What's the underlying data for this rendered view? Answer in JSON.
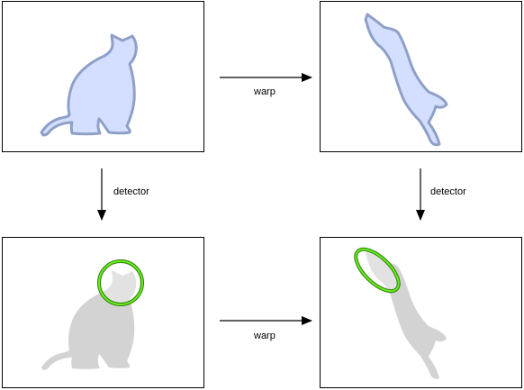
{
  "labels": {
    "warp_top": "warp",
    "warp_bottom": "warp",
    "detector_left": "detector",
    "detector_right": "detector"
  },
  "colors": {
    "silhouette_fill": "#d4dfff",
    "silhouette_stroke": "#8fa0c8",
    "ghost_fill": "#d3d3d3",
    "detection_outer": "#2e7d00",
    "detection_inner": "#66ee22",
    "arrow": "#000000",
    "panel_border": "#000000"
  },
  "panels": [
    {
      "name": "original-image",
      "content": "cat-silhouette"
    },
    {
      "name": "warped-image",
      "content": "warped-cat-silhouette"
    },
    {
      "name": "original-detection",
      "content": "cat-with-circular-detection"
    },
    {
      "name": "warped-detection",
      "content": "warped-cat-with-elliptical-detection"
    }
  ]
}
